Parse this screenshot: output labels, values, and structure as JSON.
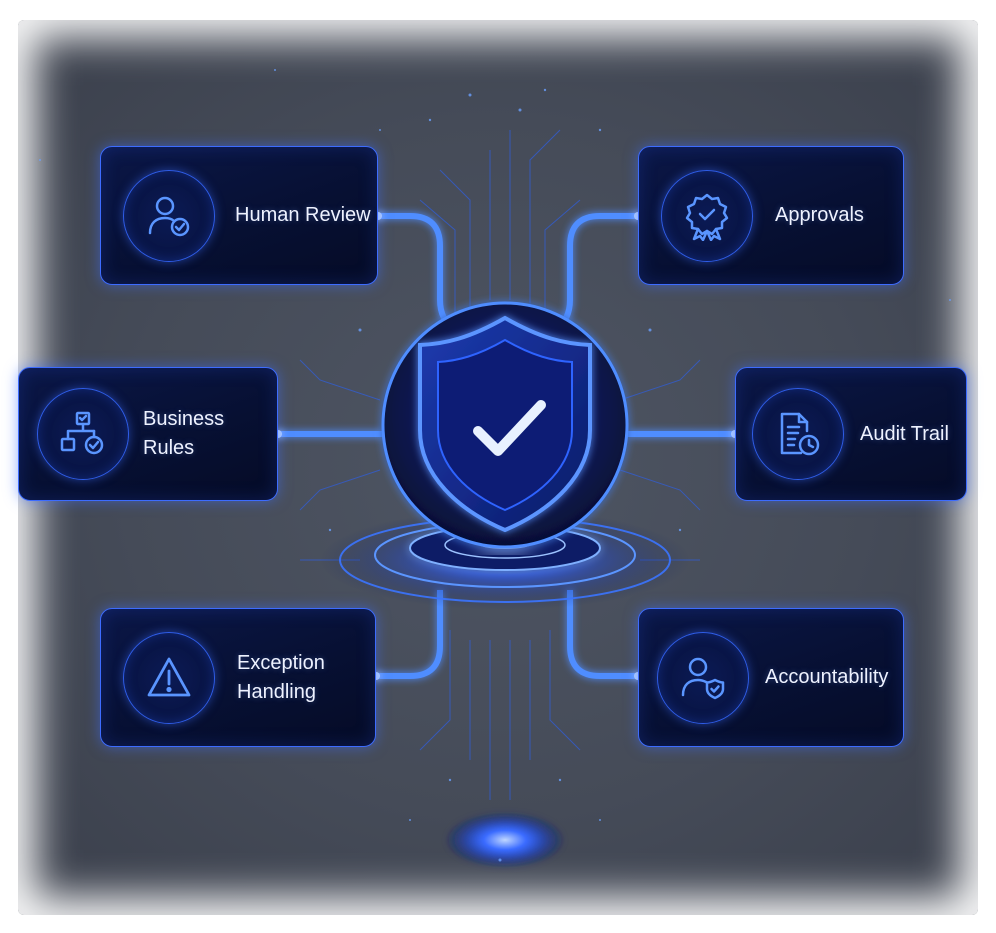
{
  "nodes": [
    {
      "id": "human-review",
      "label": "Human Review",
      "icon": "user-check-icon"
    },
    {
      "id": "approvals",
      "label": "Approvals",
      "icon": "badge-check-icon"
    },
    {
      "id": "business-rules",
      "label": "Business Rules",
      "icon": "flowchart-icon"
    },
    {
      "id": "audit-trail",
      "label": "Audit Trail",
      "icon": "document-clock-icon"
    },
    {
      "id": "exception-handling",
      "label": "Exception\nHandling",
      "icon": "warning-triangle-icon"
    },
    {
      "id": "accountability",
      "label": "Accountability",
      "icon": "user-shield-icon"
    }
  ],
  "center": {
    "icon": "shield-check-icon"
  },
  "colors": {
    "accent": "#3d6cff",
    "glow": "#4f8dff",
    "card": "#071033",
    "background": "#454b58"
  }
}
